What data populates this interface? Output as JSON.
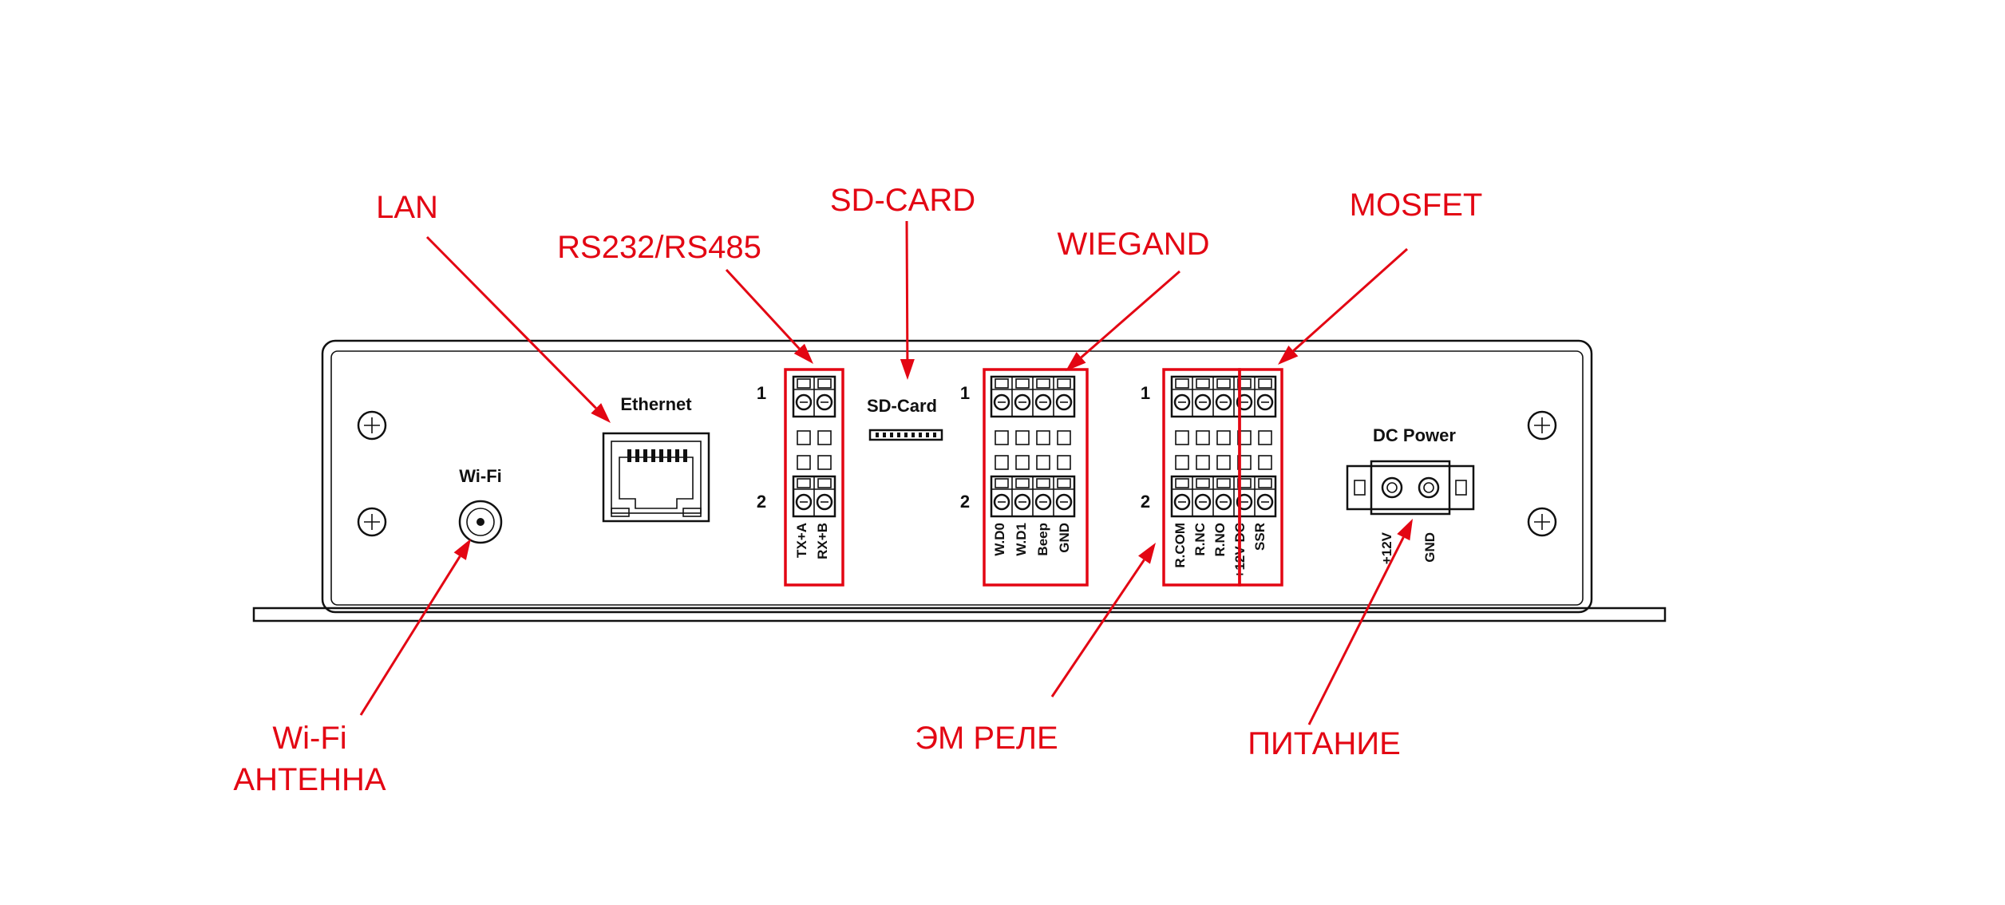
{
  "colors": {
    "annotation": "#e30613",
    "drawing": "#111111",
    "background": "#ffffff"
  },
  "callouts": {
    "lan": "LAN",
    "rs": "RS232/RS485",
    "sd_card": "SD-CARD",
    "wiegand": "WIEGAND",
    "mosfet": "MOSFET",
    "wifi_line1": "Wi-Fi",
    "wifi_line2": "АНТЕННА",
    "relay": "ЭМ РЕЛЕ",
    "power": "ПИТАНИЕ"
  },
  "device": {
    "ethernet_label": "Ethernet",
    "wifi_label": "Wi-Fi",
    "sd_label": "SD-Card",
    "dc_label": "DC Power",
    "row_1": "1",
    "row_2": "2",
    "rs_pins": [
      "TX+A",
      "RX+B"
    ],
    "wiegand_pins": [
      "W.D0",
      "W.D1",
      "Beep",
      "GND"
    ],
    "relay_pins": [
      "R.COM",
      "R.NC",
      "R.NO",
      "+12V DC",
      "SSR"
    ],
    "power_pins": [
      "+12V",
      "GND"
    ]
  }
}
